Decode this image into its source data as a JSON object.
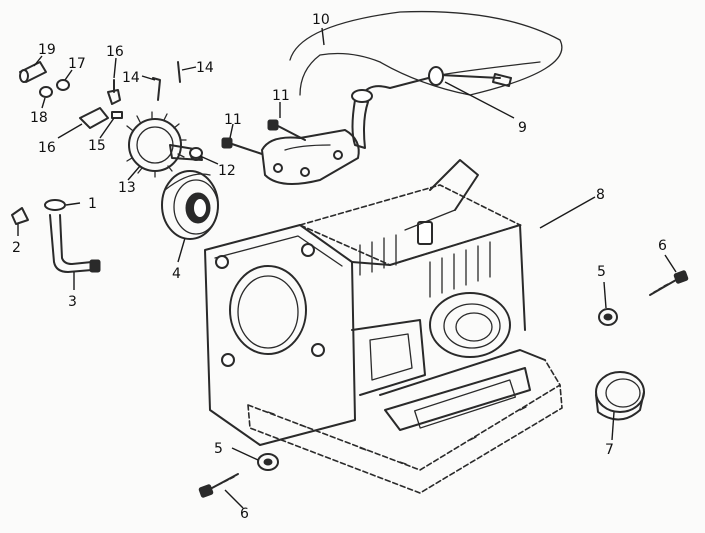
{
  "callouts": [
    "1",
    "2",
    "3",
    "4",
    "5",
    "5",
    "6",
    "6",
    "7",
    "8",
    "9",
    "10",
    "11",
    "11",
    "12",
    "13",
    "14",
    "14",
    "15",
    "16",
    "16",
    "17",
    "18",
    "19"
  ],
  "colors": {
    "ink": "#2a2a2a",
    "paper": "#fbfbfa"
  }
}
